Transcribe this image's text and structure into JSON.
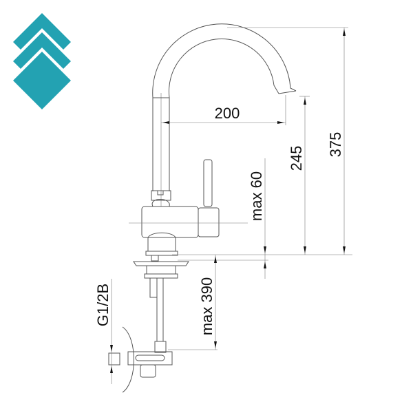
{
  "logo": {
    "color": "#23A2B2"
  },
  "dimensions": {
    "spout_reach": "200",
    "spout_height": "245",
    "total_height": "375",
    "max_deck_thickness": "max 60",
    "max_hose_length": "max 390",
    "connection_thread": "G1/2B"
  }
}
